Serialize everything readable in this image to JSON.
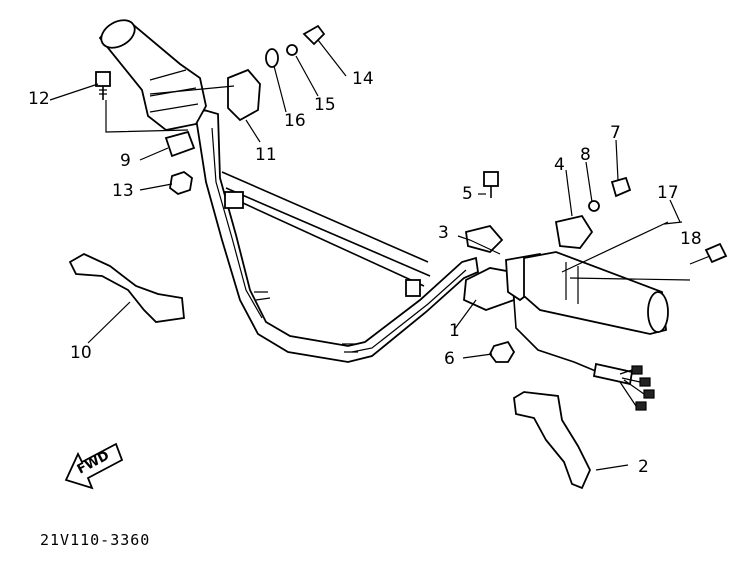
{
  "diagram": {
    "reference_code": "21V110-3360",
    "direction_arrow_label": "FWD",
    "callouts": [
      {
        "id": "c1",
        "label": "1"
      },
      {
        "id": "c2",
        "label": "2"
      },
      {
        "id": "c3",
        "label": "3"
      },
      {
        "id": "c4",
        "label": "4"
      },
      {
        "id": "c5",
        "label": "5"
      },
      {
        "id": "c6",
        "label": "6"
      },
      {
        "id": "c7",
        "label": "7"
      },
      {
        "id": "c8",
        "label": "8"
      },
      {
        "id": "c9",
        "label": "9"
      },
      {
        "id": "c10",
        "label": "10"
      },
      {
        "id": "c11",
        "label": "11"
      },
      {
        "id": "c12",
        "label": "12"
      },
      {
        "id": "c13",
        "label": "13"
      },
      {
        "id": "c14",
        "label": "14"
      },
      {
        "id": "c15",
        "label": "15"
      },
      {
        "id": "c16",
        "label": "16"
      },
      {
        "id": "c17",
        "label": "17"
      },
      {
        "id": "c18",
        "label": "18"
      }
    ]
  }
}
